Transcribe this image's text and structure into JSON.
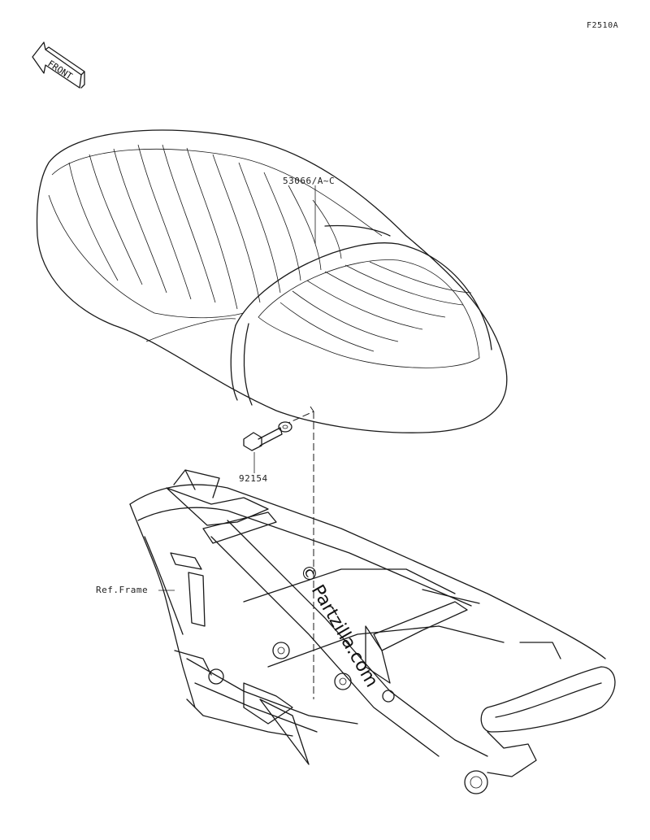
{
  "figure_code": "F2510A",
  "front_badge": "FRONT",
  "parts": {
    "seat": "53066/A~C",
    "bolt": "92154",
    "ref_frame": "Ref.Frame"
  },
  "watermark": "© Partzilla.com"
}
